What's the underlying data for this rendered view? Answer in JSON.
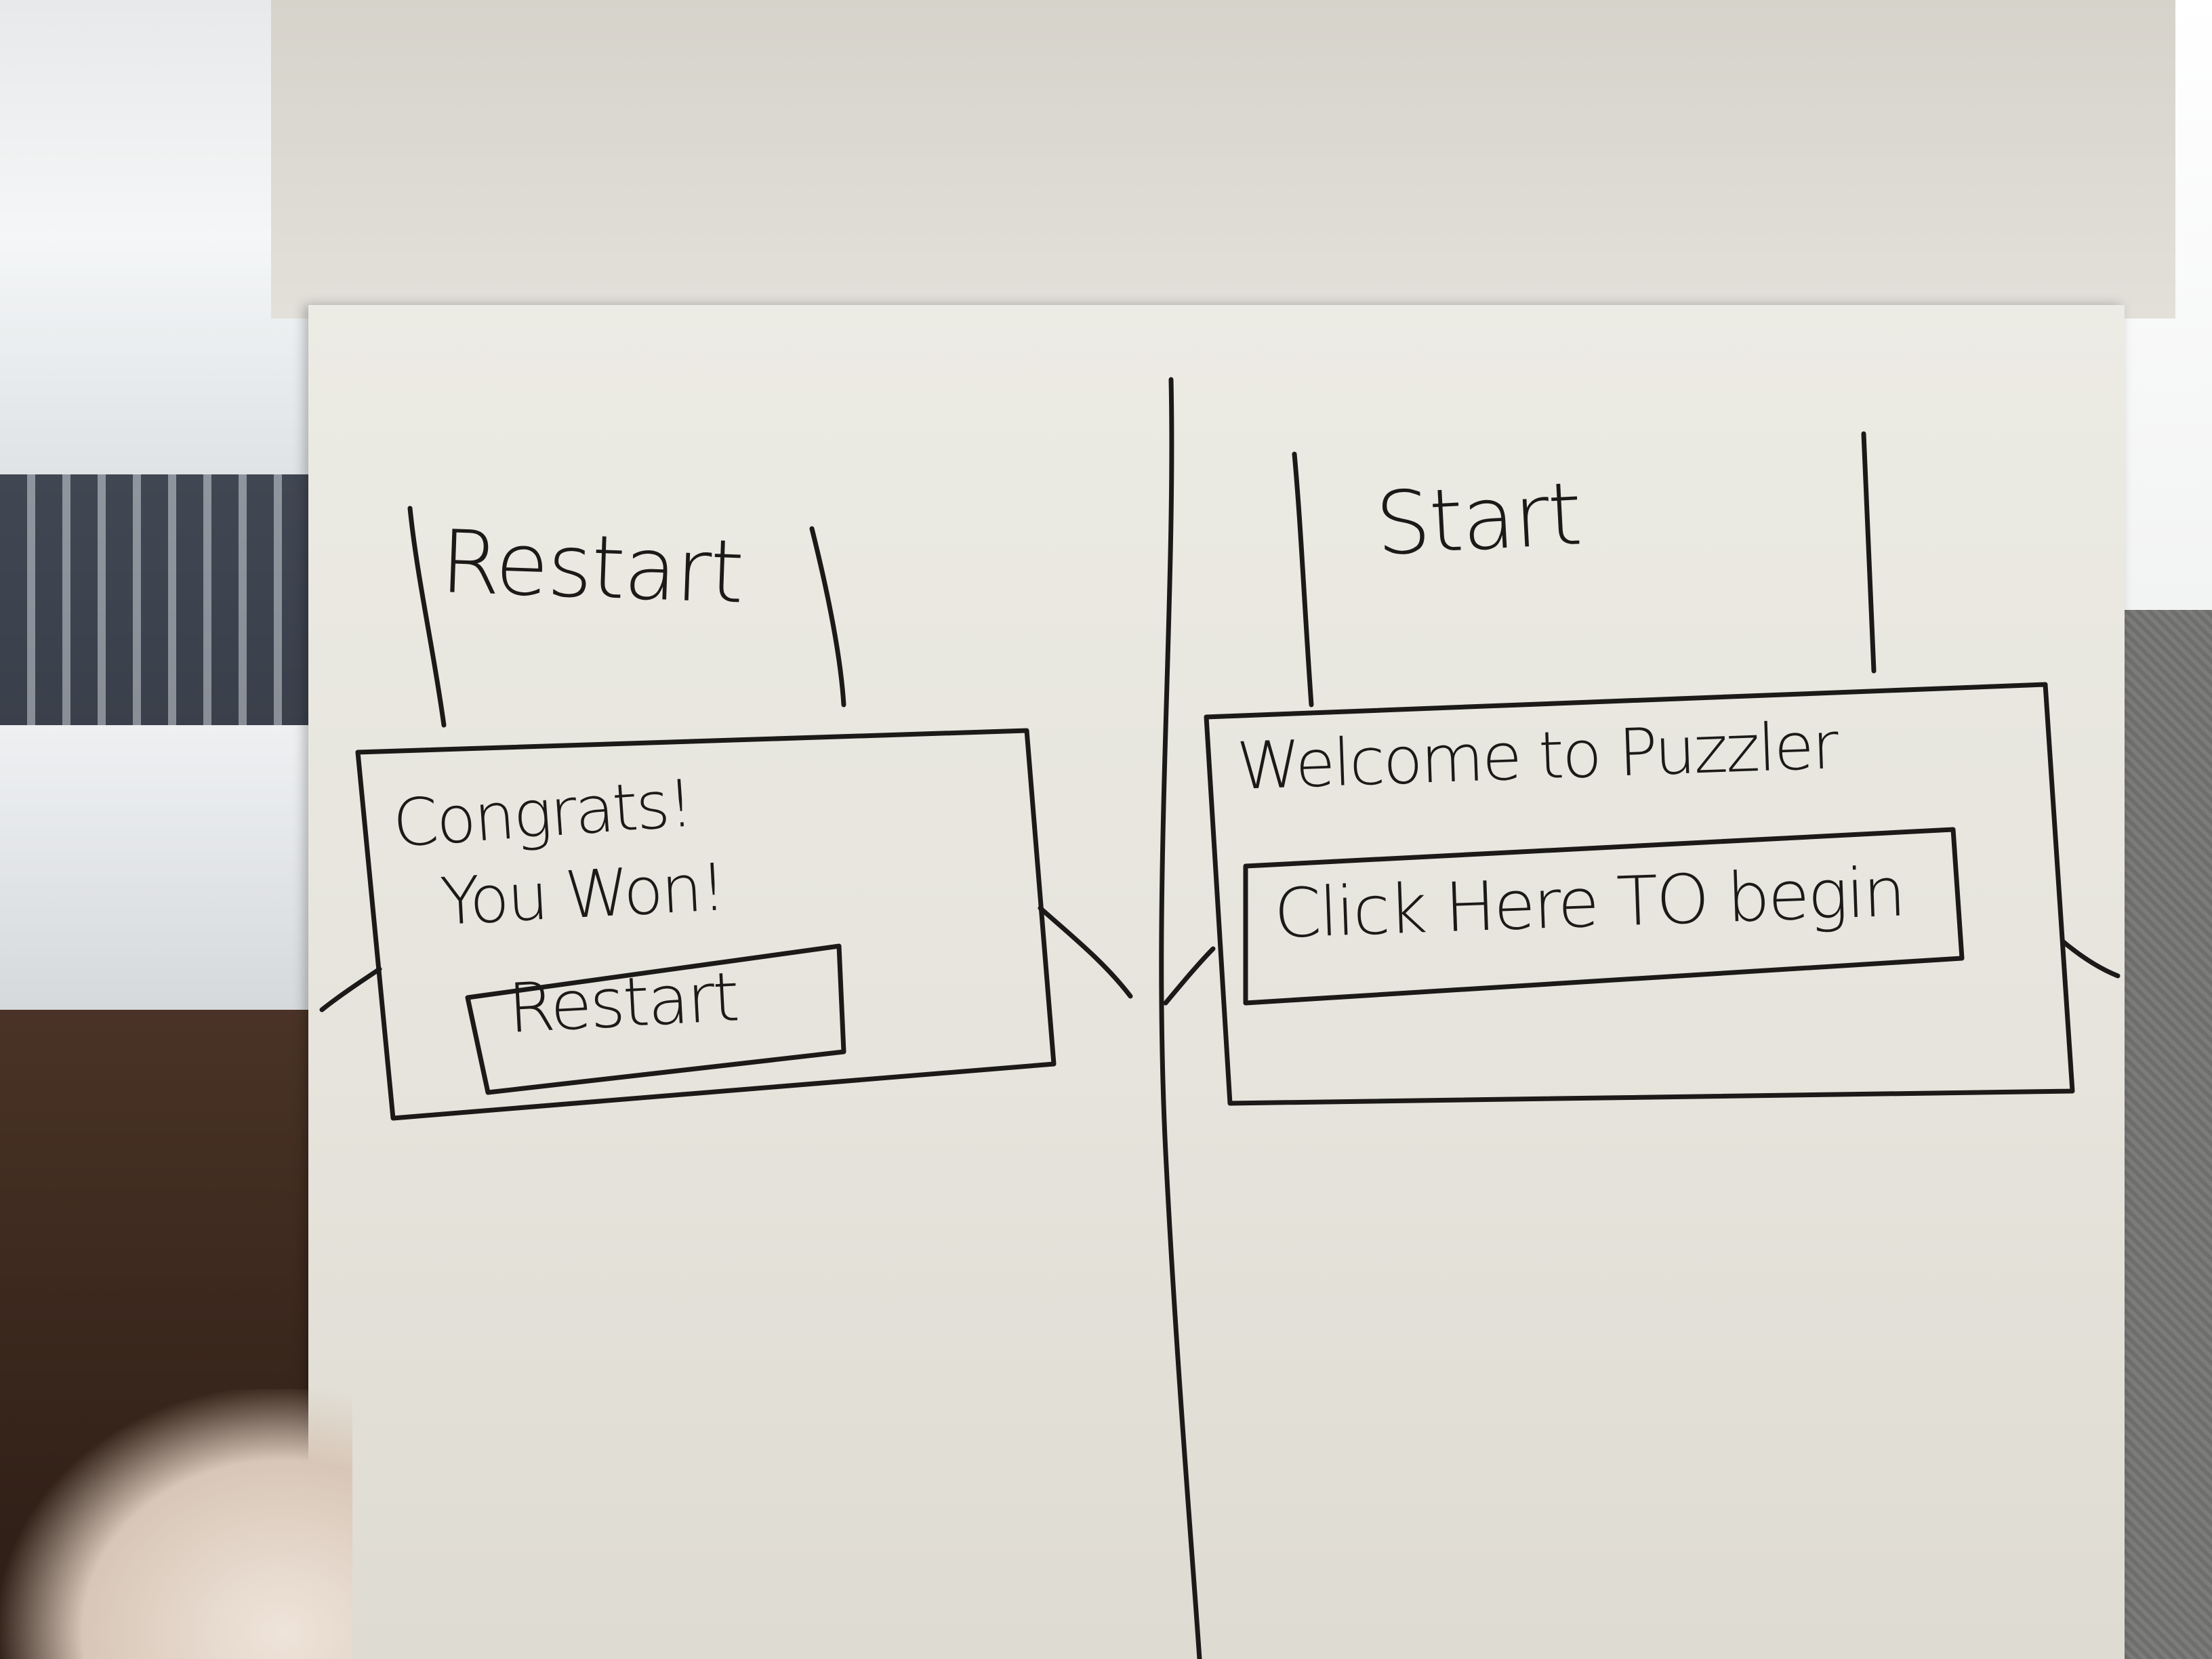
{
  "sketch": {
    "left_screen": {
      "tab_label": "Restart",
      "message_line1": "Congrats!",
      "message_line2": "You Won!",
      "button_label": "Restart"
    },
    "right_screen": {
      "tab_label": "Start",
      "welcome_text": "Welcome to Puzzler",
      "button_label": "Click Here TO begin"
    }
  },
  "colors": {
    "ink": "#1c1a18",
    "paper": "#e8e6de"
  }
}
